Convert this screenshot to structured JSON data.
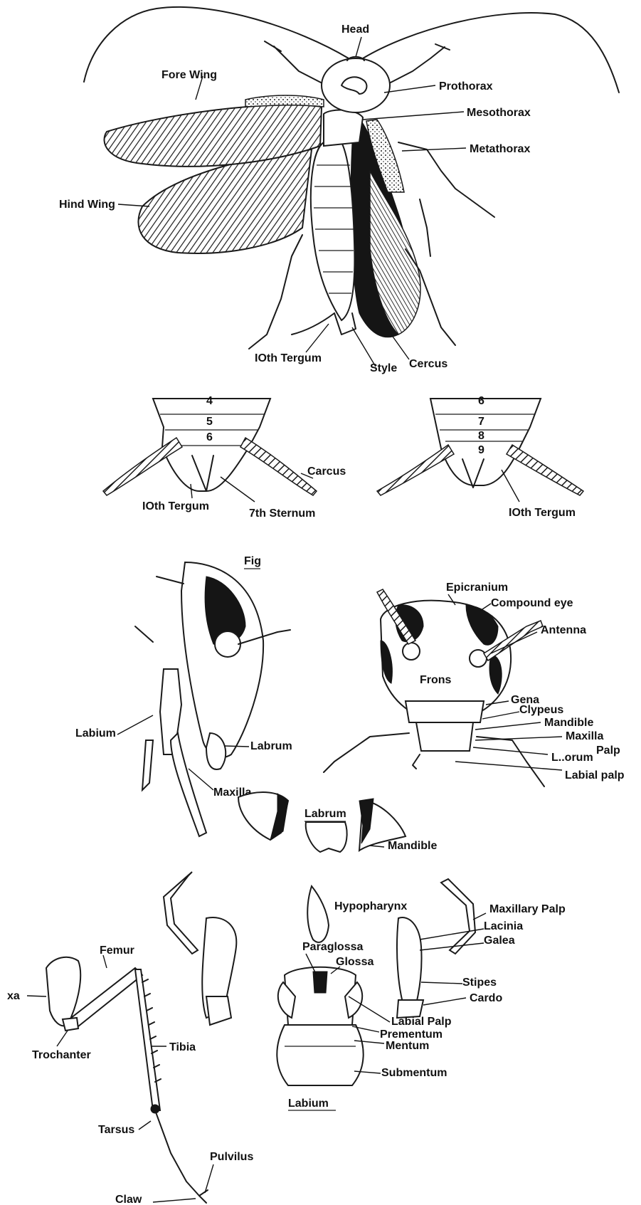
{
  "colors": {
    "ink": "#111111",
    "paper": "#ffffff"
  },
  "labels": {
    "head": "Head",
    "fore_wing": "Fore Wing",
    "prothorax": "Prothorax",
    "mesothorax": "Mesothorax",
    "metathorax": "Metathorax",
    "hind_wing": "Hind Wing",
    "tenth_tergum_top": "IOth Tergum",
    "style": "Style",
    "cercus_top": "Cercus",
    "seg_left_4": "4",
    "seg_left_5": "5",
    "seg_left_6": "6",
    "seg_right_6": "6",
    "seg_right_7": "7",
    "seg_right_8": "8",
    "seg_right_9": "9",
    "cercus_mid": "Carcus",
    "tenth_tergum_left": "IOth Tergum",
    "seventh_sternum": "7th Sternum",
    "tenth_tergum_right": "IOth Tergum",
    "fig_fragment": "Fig",
    "epicranium": "Epicranium",
    "compound_eye": "Compound eye",
    "antenna": "Antenna",
    "frons": "Frons",
    "gena": "Gena",
    "clypeus": "Clypeus",
    "mandible_head": "Mandible",
    "maxillary_head_1": "Maxilla",
    "maxillary_head_2": "Palp",
    "labrum_head": "L..orum",
    "labial_palp_head": "Labial palp",
    "labium_side": "Labium",
    "labrum_side": "Labrum",
    "maxilla_side": "Maxilla",
    "labrum_part": "Labrum",
    "mandible_part": "Mandible",
    "hypopharynx": "Hypopharynx",
    "maxillary_palp": "Maxillary Palp",
    "lacinia": "Lacinia",
    "galea": "Galea",
    "paraglossa": "Paraglossa",
    "glossa": "Glossa",
    "stipes": "Stipes",
    "cardo": "Cardo",
    "labial_palp": "Labial Palp",
    "prementum": "Prementum",
    "mentum": "Mentum",
    "submentum": "Submentum",
    "labium_title": "Labium",
    "coxa_fragment": "xa",
    "femur": "Femur",
    "trochanter": "Trochanter",
    "tibia": "Tibia",
    "tarsus": "Tarsus",
    "pulvillus": "Pulvilus",
    "claw": "Claw"
  }
}
